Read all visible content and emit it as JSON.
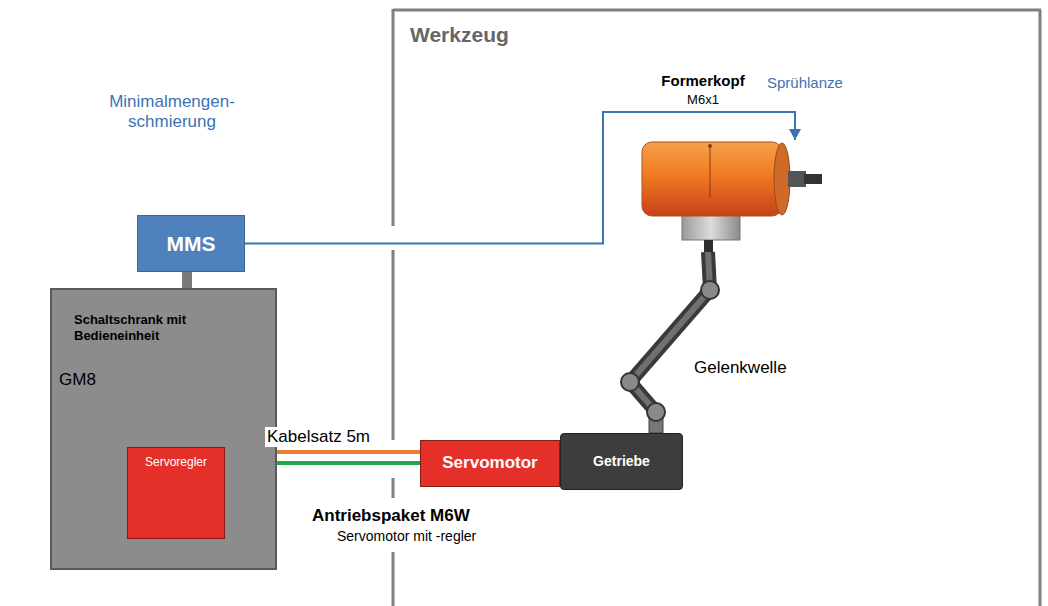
{
  "diagram": {
    "nodes": [
      {
        "text": [
          "Werkzeug"
        ]
      },
      {
        "text": [
          "Formerkopf",
          "M6x1"
        ],
        "in": 0
      },
      {
        "text": [
          "Minimalmengen- schmierung",
          "MMS"
        ]
      },
      {
        "text": [
          "Schaltschrank mit Bedieneinheit",
          "GM8"
        ]
      },
      {
        "text": [
          "Servoregler"
        ],
        "in": 3
      },
      {
        "text": [
          "Servomotor"
        ],
        "in": 0
      },
      {
        "text": [
          "Getriebe"
        ],
        "in": 0
      }
    ],
    "edges": [
      {
        "from": 2,
        "to": 1,
        "arrow": "to",
        "label": "Sprühlanze"
      },
      {
        "from": 2,
        "to": 3,
        "arrow": "none"
      },
      {
        "from": 4,
        "to": 5,
        "arrow": "none",
        "label": "Kabelsatz 5m"
      },
      {
        "from": 6,
        "to": 1,
        "arrow": "none",
        "label": "Gelenkwelle"
      }
    ],
    "labels": [
      "Antriebspaket M6W",
      "Servomotor mit -regler"
    ]
  }
}
